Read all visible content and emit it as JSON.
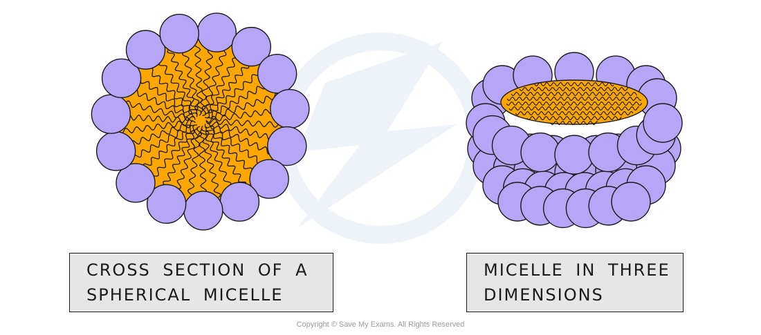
{
  "colors": {
    "head": "#b7a6f7",
    "tail_core": "#ffa600",
    "outline": "#1a1a1a",
    "label_bg": "#e6e6e6",
    "watermark": "#eef3fa"
  },
  "labels": {
    "cross_section": [
      "CROSS SECTION OF A",
      "SPHERICAL MICELLE"
    ],
    "three_d": [
      "MICELLE IN THREE",
      "DIMENSIONS"
    ]
  },
  "footer": {
    "copyright": "Copyright © Save My Exams. All Rights Reserved"
  }
}
